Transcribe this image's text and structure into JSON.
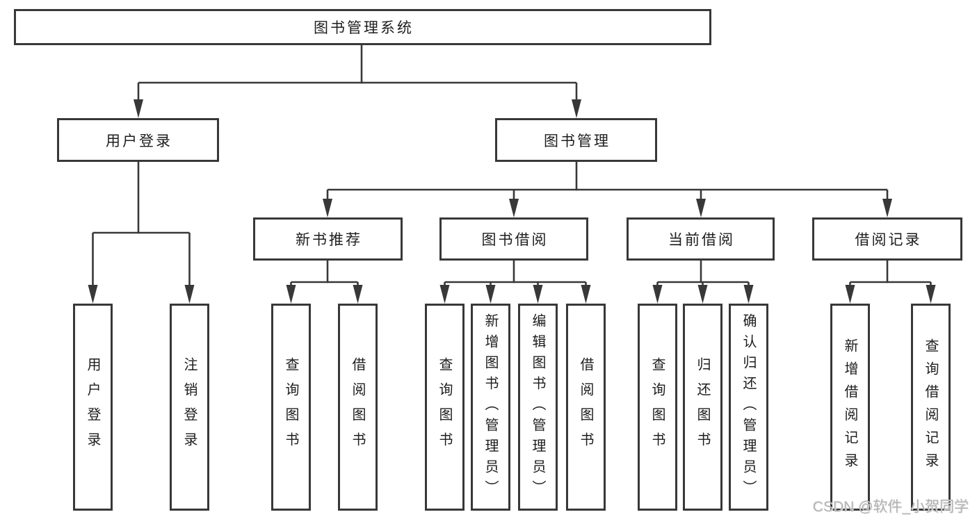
{
  "title": "图书管理系统",
  "watermark": "CSDN @软件_小贺同学",
  "colors": {
    "line": "#383838",
    "box_border": "#383838",
    "text": "#1d1d1d",
    "background": "#ffffff",
    "watermark": "#b3b3b3"
  },
  "nodes": {
    "root": {
      "label": "图书管理系统"
    },
    "user_login": {
      "label": "用户登录",
      "children": [
        "用户登录",
        "注销登录"
      ]
    },
    "book_mgmt": {
      "label": "图书管理"
    },
    "new_book": {
      "label": "新书推荐",
      "children": [
        "查询图书",
        "借阅图书"
      ]
    },
    "book_borrow": {
      "label": "图书借阅",
      "children": [
        "查询图书",
        "新增图书（管理员）",
        "编辑图书（管理员）",
        "借阅图书"
      ]
    },
    "current_borrow": {
      "label": "当前借阅",
      "children": [
        "查询图书",
        "归还图书",
        "确认归还（管理员）"
      ]
    },
    "borrow_record": {
      "label": "借阅记录",
      "children": [
        "新增借阅记录",
        "查询借阅记录"
      ]
    }
  }
}
